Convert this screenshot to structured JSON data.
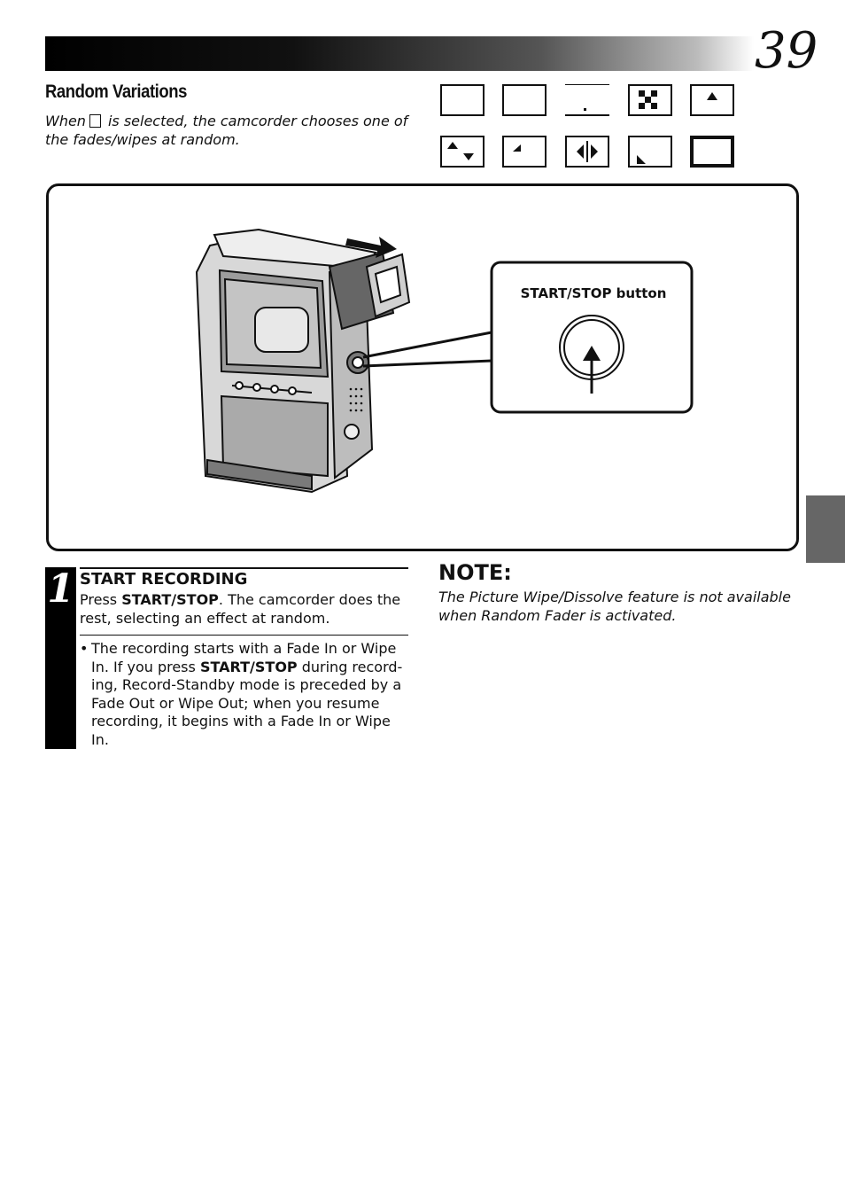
{
  "page": {
    "number": "39"
  },
  "random_variations": {
    "title": "Random Variations",
    "intro_before": "When",
    "intro_after": "is selected, the camcorder chooses one of the fades/wipes at random."
  },
  "wipe_icons": [
    {
      "name": "fade-white-icon"
    },
    {
      "name": "fade-black-icon"
    },
    {
      "name": "mono-fader-icon"
    },
    {
      "name": "mosaic-fader-icon"
    },
    {
      "name": "shutter-wipe-icon"
    },
    {
      "name": "door-wipe-icon"
    },
    {
      "name": "slide-wipe-icon"
    },
    {
      "name": "door-wipe-horizontal-icon"
    },
    {
      "name": "corner-wipe-icon"
    },
    {
      "name": "window-wipe-icon"
    }
  ],
  "illustration": {
    "callout_label": "START/STOP button"
  },
  "step": {
    "number": "1",
    "title": "START RECORDING",
    "text_prefix": "Press ",
    "text_bold": "START/STOP",
    "text_suffix": ". The camcorder does the rest, selecting an effect at random.",
    "bullet_marker": "•",
    "bullet_part1": "The recording starts with a Fade In or Wipe In. If you press ",
    "bullet_bold": "START/STOP",
    "bullet_part2": " during record-ing, Record-Standby mode is preceded by a Fade Out or Wipe Out; when you resume recording, it begins with a Fade In or Wipe In."
  },
  "note": {
    "title": "NOTE:",
    "text": "The Picture Wipe/Dissolve feature is not available when Random Fader is activated."
  }
}
